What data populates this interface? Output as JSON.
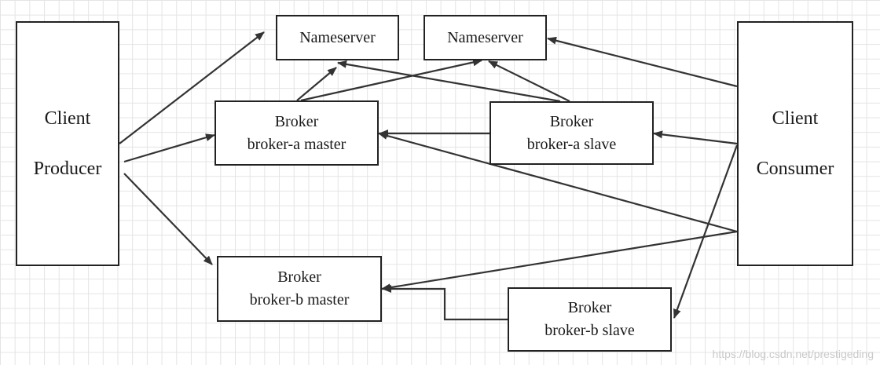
{
  "nodes": {
    "producer": {
      "line1": "Client",
      "line2": "Producer"
    },
    "consumer": {
      "line1": "Client",
      "line2": "Consumer"
    },
    "ns1": {
      "label": "Nameserver"
    },
    "ns2": {
      "label": "Nameserver"
    },
    "broker_a_master": {
      "line1": "Broker",
      "line2": "broker-a master"
    },
    "broker_a_slave": {
      "line1": "Broker",
      "line2": "broker-a slave"
    },
    "broker_b_master": {
      "line1": "Broker",
      "line2": "broker-b master"
    },
    "broker_b_slave": {
      "line1": "Broker",
      "line2": "broker-b slave"
    }
  },
  "edges": [
    {
      "from": "producer",
      "to": "ns1"
    },
    {
      "from": "producer",
      "to": "broker_a_master"
    },
    {
      "from": "producer",
      "to": "broker_b_master"
    },
    {
      "from": "broker_a_master",
      "to": "ns1"
    },
    {
      "from": "broker_a_master",
      "to": "ns2"
    },
    {
      "from": "broker_a_slave",
      "to": "ns1"
    },
    {
      "from": "broker_a_slave",
      "to": "ns2"
    },
    {
      "from": "broker_a_slave",
      "to": "broker_a_master"
    },
    {
      "from": "consumer",
      "to": "ns2"
    },
    {
      "from": "consumer",
      "to": "broker_a_slave"
    },
    {
      "from": "consumer",
      "to": "broker_a_master"
    },
    {
      "from": "consumer",
      "to": "broker_b_master"
    },
    {
      "from": "consumer",
      "to": "broker_b_slave"
    },
    {
      "from": "broker_b_slave",
      "to": "broker_b_master"
    }
  ],
  "watermark": "https://blog.csdn.net/prestigeding"
}
